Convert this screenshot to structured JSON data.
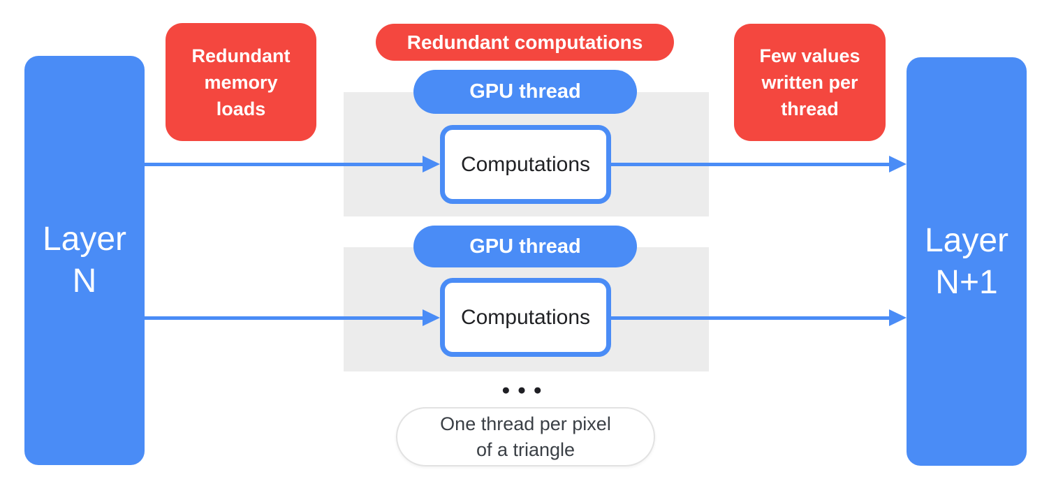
{
  "colors": {
    "blue": "#4A8CF6",
    "red": "#F4473F",
    "panel_gray": "#ECECEC",
    "text_dark": "#202124"
  },
  "layer_left": {
    "lines": [
      "Layer",
      "N"
    ]
  },
  "layer_right": {
    "lines": [
      "Layer",
      "N+1"
    ]
  },
  "callouts": {
    "memory": {
      "lines": [
        "Redundant",
        "memory",
        "loads"
      ]
    },
    "compute": {
      "label": "Redundant computations"
    },
    "few_values": {
      "lines": [
        "Few values",
        "written per",
        "thread"
      ]
    }
  },
  "threads": [
    {
      "pill_label": "GPU thread",
      "box_label": "Computations"
    },
    {
      "pill_label": "GPU thread",
      "box_label": "Computations"
    }
  ],
  "ellipsis": "●●●",
  "footnote": {
    "lines": [
      "One thread per pixel",
      "of a triangle"
    ]
  }
}
